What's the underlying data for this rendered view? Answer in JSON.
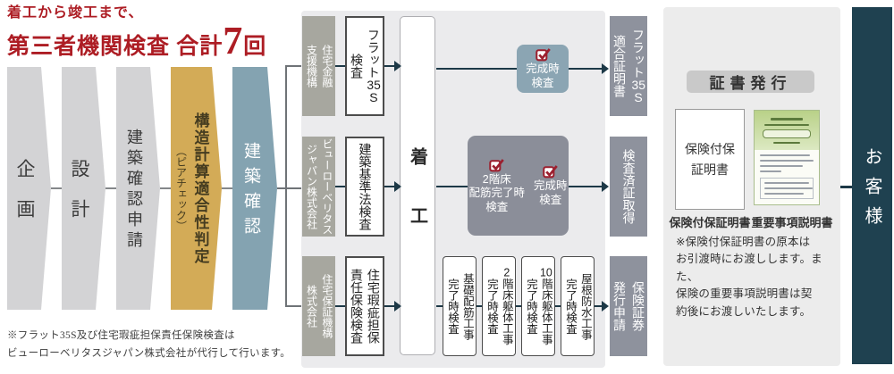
{
  "title": {
    "line1": "着工から竣工まで、",
    "line2_prefix": "第三者機関検査 合計",
    "line2_count": "7",
    "line2_suffix": "回"
  },
  "phase_flow": {
    "steps": [
      {
        "label": "企画"
      },
      {
        "label": "設計"
      },
      {
        "label": "建築確認申請"
      },
      {
        "label": "構造計算適合性判定",
        "sublabel": "（ピアチェック）"
      },
      {
        "label": "建築確認"
      }
    ]
  },
  "inspection_flow": {
    "start_label": "着工",
    "rows": [
      {
        "organization": "住宅金融\n支援機構",
        "inspection": "フラット35S\n検査",
        "checkpoints": [
          {
            "label": "完成時\n検査"
          }
        ],
        "result": "フラット35S\n適合証明書"
      },
      {
        "organization": "ビューローベリタス\nジャパン株式会社",
        "inspection": "建築基準法検査",
        "checkpoints": [
          {
            "label": "2階床\n配筋完了時\n検査"
          },
          {
            "label": "完成時\n検査"
          }
        ],
        "result": "検査済証取得"
      },
      {
        "organization": "住宅保証機構\n株式会社",
        "inspection": "住宅瑕疵担保\n責任保険検査",
        "stages": [
          "基礎配筋工事\n完了時検査",
          "2階床躯体工事\n完了時検査",
          "10階床躯体工事\n完了時検査",
          "屋根防水工事\n完了時検査"
        ],
        "result": "保険証券\n発行申請"
      }
    ]
  },
  "certificates": {
    "header": "証書発行",
    "insurance_doc": {
      "body": "保険付保\n証明書",
      "caption": "保険付保証明書"
    },
    "important_doc": {
      "caption": "重要事項説明書"
    },
    "note": "※保険付保証明書の原本は\nお引渡時にお渡しします。また、\n保険の重要事項説明書は契\n約後にお渡しいたします。"
  },
  "customer": {
    "label": "お客様"
  },
  "footnote": "※フラット35S及び住宅瑕疵担保責任保険検査は\nビューローベリタスジャパン株式会社が代行して行います。",
  "colors": {
    "accent_red": "#ad1d24",
    "check_red": "#9c1f2e",
    "chevron_gold": "#d3ab57",
    "chevron_blue": "#84a3b1",
    "line_navy": "#1d3947",
    "customer_bar": "#1f4150"
  }
}
